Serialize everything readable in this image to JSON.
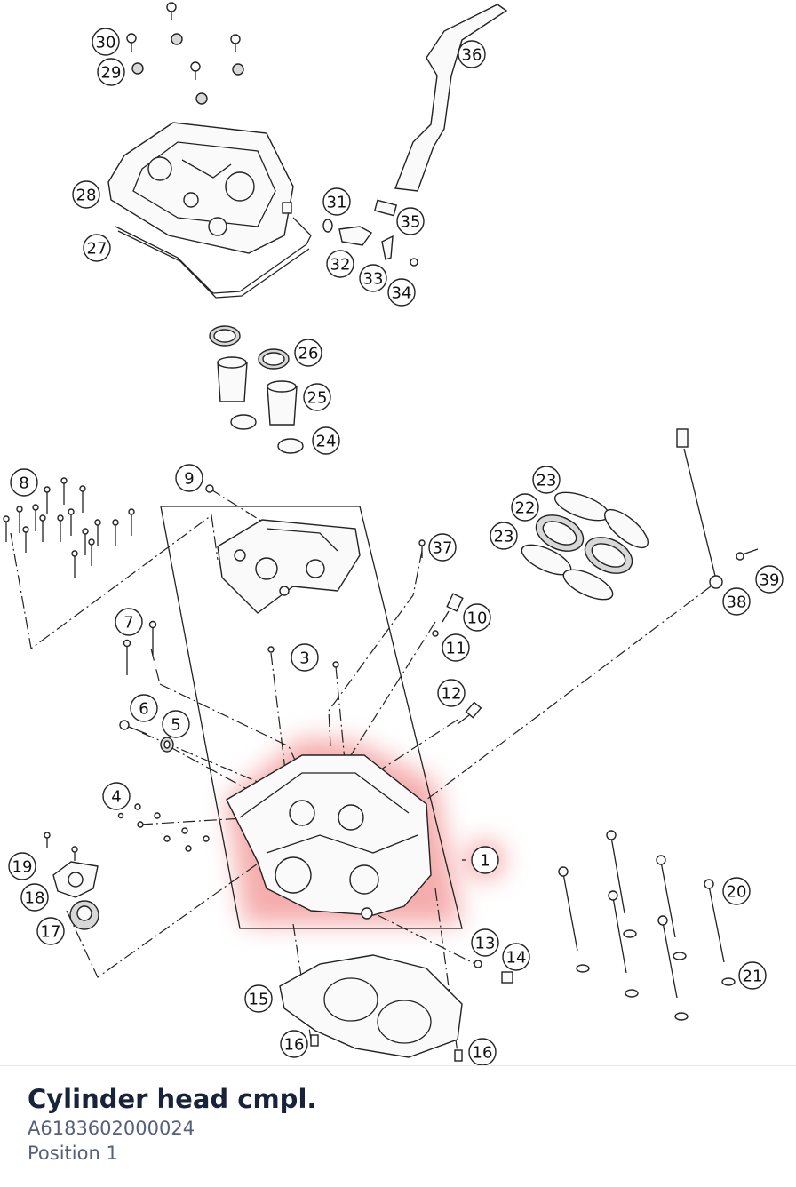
{
  "diagram": {
    "callouts": [
      "1",
      "3",
      "4",
      "5",
      "6",
      "7",
      "8",
      "9",
      "10",
      "11",
      "12",
      "13",
      "14",
      "15",
      "16",
      "16",
      "17",
      "18",
      "19",
      "20",
      "21",
      "22",
      "23",
      "23",
      "24",
      "25",
      "26",
      "27",
      "28",
      "29",
      "30",
      "31",
      "32",
      "33",
      "34",
      "35",
      "36",
      "37",
      "38",
      "39"
    ],
    "highlight_color": "#f08080"
  },
  "footer": {
    "title": "Cylinder head cmpl.",
    "part_number": "A6183602000024",
    "position": "Position 1"
  }
}
